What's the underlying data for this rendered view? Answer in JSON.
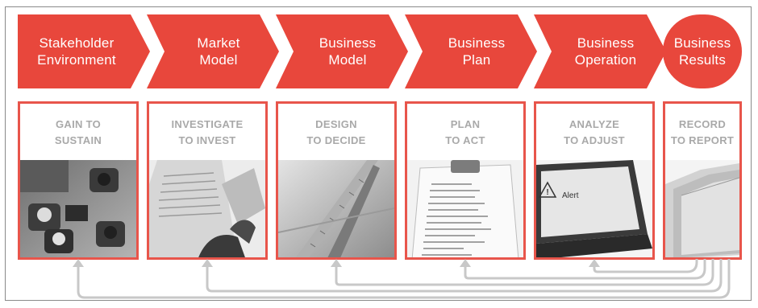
{
  "stages": [
    {
      "title": "Stakeholder\nEnvironment",
      "action": "GAIN TO\nSUSTAIN",
      "image": "meeting-overhead-photo"
    },
    {
      "title": "Market\nModel",
      "action": "INVESTIGATE\nTO INVEST",
      "image": "newspaper-reading-photo"
    },
    {
      "title": "Business\nModel",
      "action": "DESIGN\nTO DECIDE",
      "image": "ruler-drafting-photo"
    },
    {
      "title": "Business\nPlan",
      "action": "PLAN\nTO ACT",
      "image": "clipboard-checklist-photo"
    },
    {
      "title": "Business\nOperation",
      "action": "ANALYZE\nTO ADJUST",
      "image": "laptop-alert-photo"
    },
    {
      "title": "Business\nResults",
      "action": "RECORD\nTO REPORT",
      "image": "file-folder-photo"
    }
  ],
  "alert_label": "Alert",
  "colors": {
    "accent": "#e8473c",
    "box_border": "#e8554b",
    "caption": "#a9a9a9",
    "loop": "#c8c8c8"
  }
}
